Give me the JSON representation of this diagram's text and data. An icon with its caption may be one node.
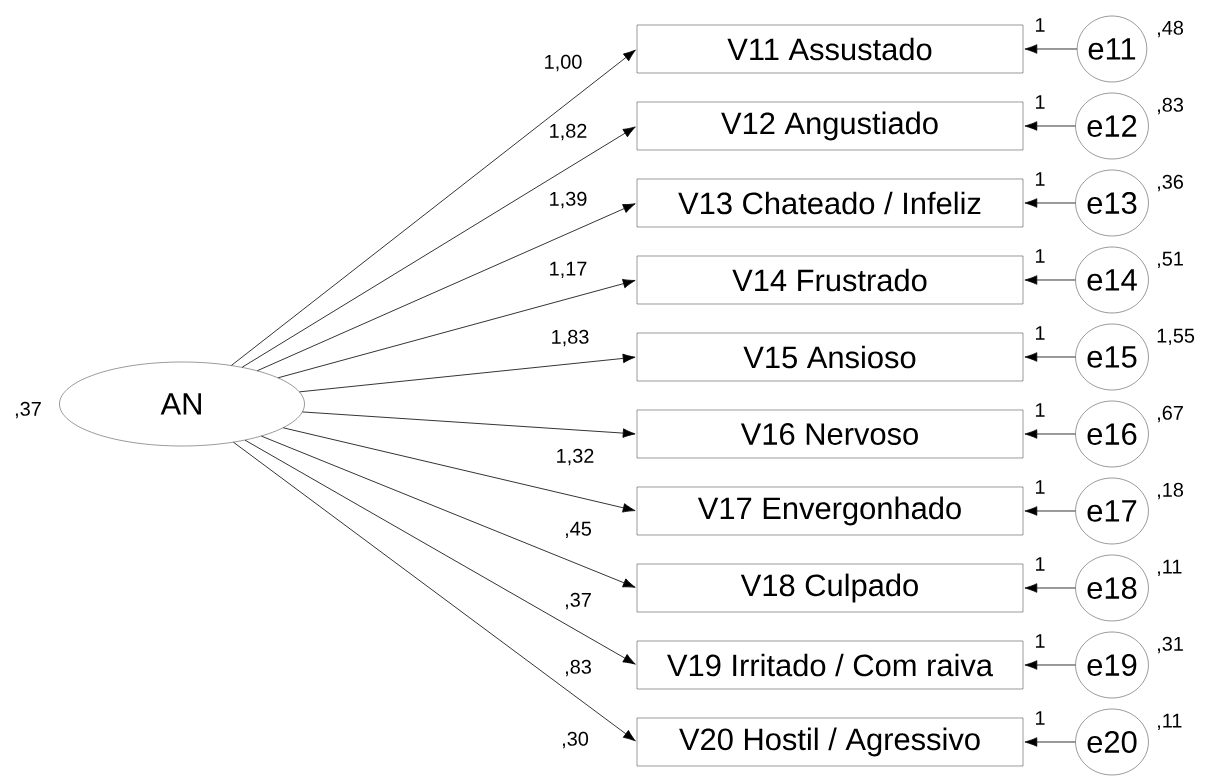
{
  "diagram": {
    "nodes": [
      {
        "text": [
          "AN"
        ],
        "beside": [
          ",37"
        ]
      },
      {
        "text": [
          "V11 Assustado"
        ]
      },
      {
        "text": [
          "V12 Angustiado"
        ]
      },
      {
        "text": [
          "V13 Chateado / Infeliz"
        ]
      },
      {
        "text": [
          "V14 Frustrado"
        ]
      },
      {
        "text": [
          "V15 Ansioso"
        ]
      },
      {
        "text": [
          "V16 Nervoso"
        ]
      },
      {
        "text": [
          "V17 Envergonhado"
        ]
      },
      {
        "text": [
          "V18 Culpado"
        ]
      },
      {
        "text": [
          "V19 Irritado / Com raiva"
        ]
      },
      {
        "text": [
          "V20 Hostil / Agressivo"
        ]
      },
      {
        "text": [
          "e11"
        ],
        "beside": [
          ",48"
        ]
      },
      {
        "text": [
          "e12"
        ],
        "beside": [
          ",83"
        ]
      },
      {
        "text": [
          "e13"
        ],
        "beside": [
          ",36"
        ]
      },
      {
        "text": [
          "e14"
        ],
        "beside": [
          ",51"
        ]
      },
      {
        "text": [
          "e15"
        ],
        "beside": [
          "1,55"
        ]
      },
      {
        "text": [
          "e16"
        ],
        "beside": [
          ",67"
        ]
      },
      {
        "text": [
          "e17"
        ],
        "beside": [
          ",18"
        ]
      },
      {
        "text": [
          "e18"
        ],
        "beside": [
          ",11"
        ]
      },
      {
        "text": [
          "e19"
        ],
        "beside": [
          ",31"
        ]
      },
      {
        "text": [
          "e20"
        ],
        "beside": [
          ",11"
        ]
      }
    ],
    "edges": [
      {
        "from": 0,
        "to": 1,
        "arrow": "to",
        "label": "1,00"
      },
      {
        "from": 0,
        "to": 2,
        "arrow": "to",
        "label": "1,82"
      },
      {
        "from": 0,
        "to": 3,
        "arrow": "to",
        "label": "1,39"
      },
      {
        "from": 0,
        "to": 4,
        "arrow": "to",
        "label": "1,17"
      },
      {
        "from": 0,
        "to": 5,
        "arrow": "to",
        "label": "1,83"
      },
      {
        "from": 0,
        "to": 6,
        "arrow": "to",
        "label": "1,32"
      },
      {
        "from": 0,
        "to": 7,
        "arrow": "to",
        "label": ",45"
      },
      {
        "from": 0,
        "to": 8,
        "arrow": "to",
        "label": ",37"
      },
      {
        "from": 0,
        "to": 9,
        "arrow": "to",
        "label": ",83"
      },
      {
        "from": 0,
        "to": 10,
        "arrow": "to",
        "label": ",30"
      },
      {
        "from": 11,
        "to": 1,
        "arrow": "to",
        "label": "1"
      },
      {
        "from": 12,
        "to": 2,
        "arrow": "to",
        "label": "1"
      },
      {
        "from": 13,
        "to": 3,
        "arrow": "to",
        "label": "1"
      },
      {
        "from": 14,
        "to": 4,
        "arrow": "to",
        "label": "1"
      },
      {
        "from": 15,
        "to": 5,
        "arrow": "to",
        "label": "1"
      },
      {
        "from": 16,
        "to": 6,
        "arrow": "to",
        "label": "1"
      },
      {
        "from": 17,
        "to": 7,
        "arrow": "to",
        "label": "1"
      },
      {
        "from": 18,
        "to": 8,
        "arrow": "to",
        "label": "1"
      },
      {
        "from": 19,
        "to": 9,
        "arrow": "to",
        "label": "1"
      },
      {
        "from": 20,
        "to": 10,
        "arrow": "to",
        "label": "1"
      }
    ]
  }
}
